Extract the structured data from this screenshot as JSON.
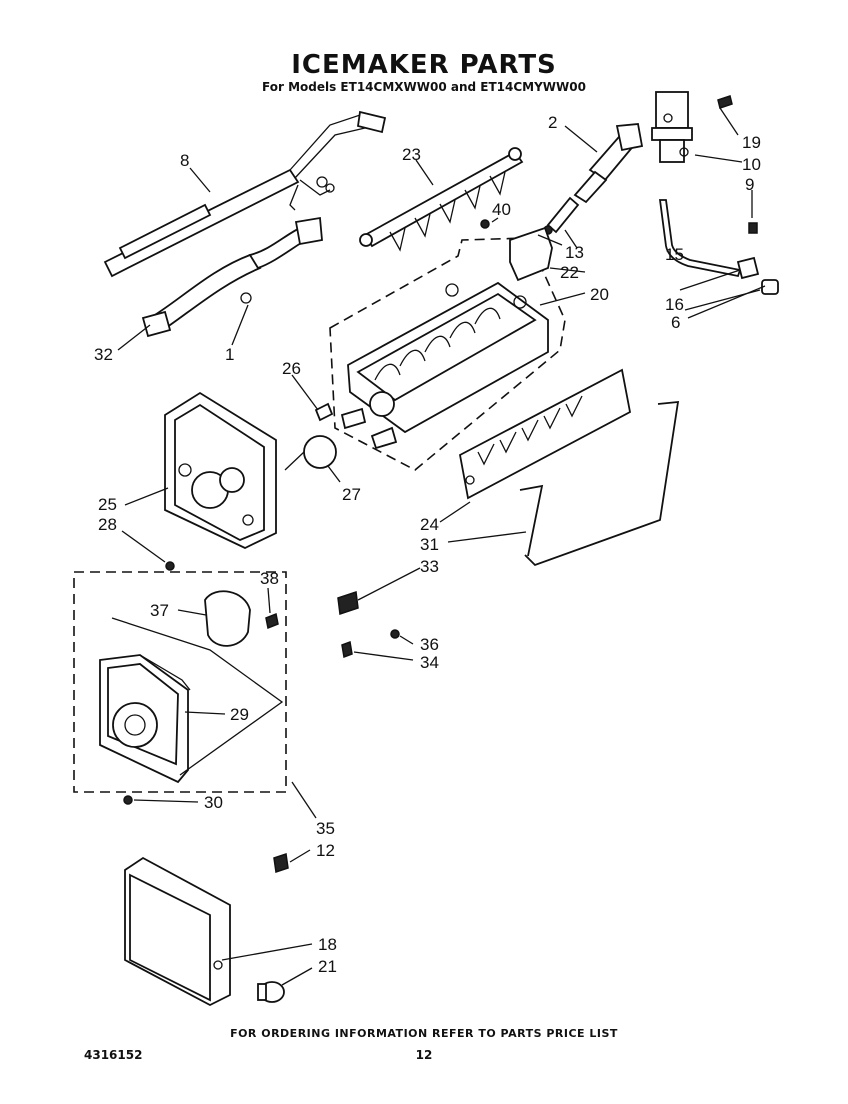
{
  "header": {
    "title": "ICEMAKER PARTS",
    "subtitle": "For Models ET14CMXWW00 and ET14CMYWW00"
  },
  "footer": {
    "ordering_note": "FOR ORDERING INFORMATION REFER TO PARTS PRICE LIST",
    "doc_number": "4316152",
    "page_number": "12"
  },
  "callouts": {
    "c1": "1",
    "c2": "2",
    "c6": "6",
    "c8": "8",
    "c9": "9",
    "c10": "10",
    "c12": "12",
    "c13": "13",
    "c15": "15",
    "c16": "16",
    "c18": "18",
    "c19": "19",
    "c20": "20",
    "c21": "21",
    "c22": "22",
    "c23": "23",
    "c24": "24",
    "c25": "25",
    "c26": "26",
    "c27": "27",
    "c28": "28",
    "c29": "29",
    "c30": "30",
    "c31": "31",
    "c32": "32",
    "c33": "33",
    "c34": "34",
    "c35": "35",
    "c36": "36",
    "c37": "37",
    "c38": "38",
    "c40": "40"
  }
}
